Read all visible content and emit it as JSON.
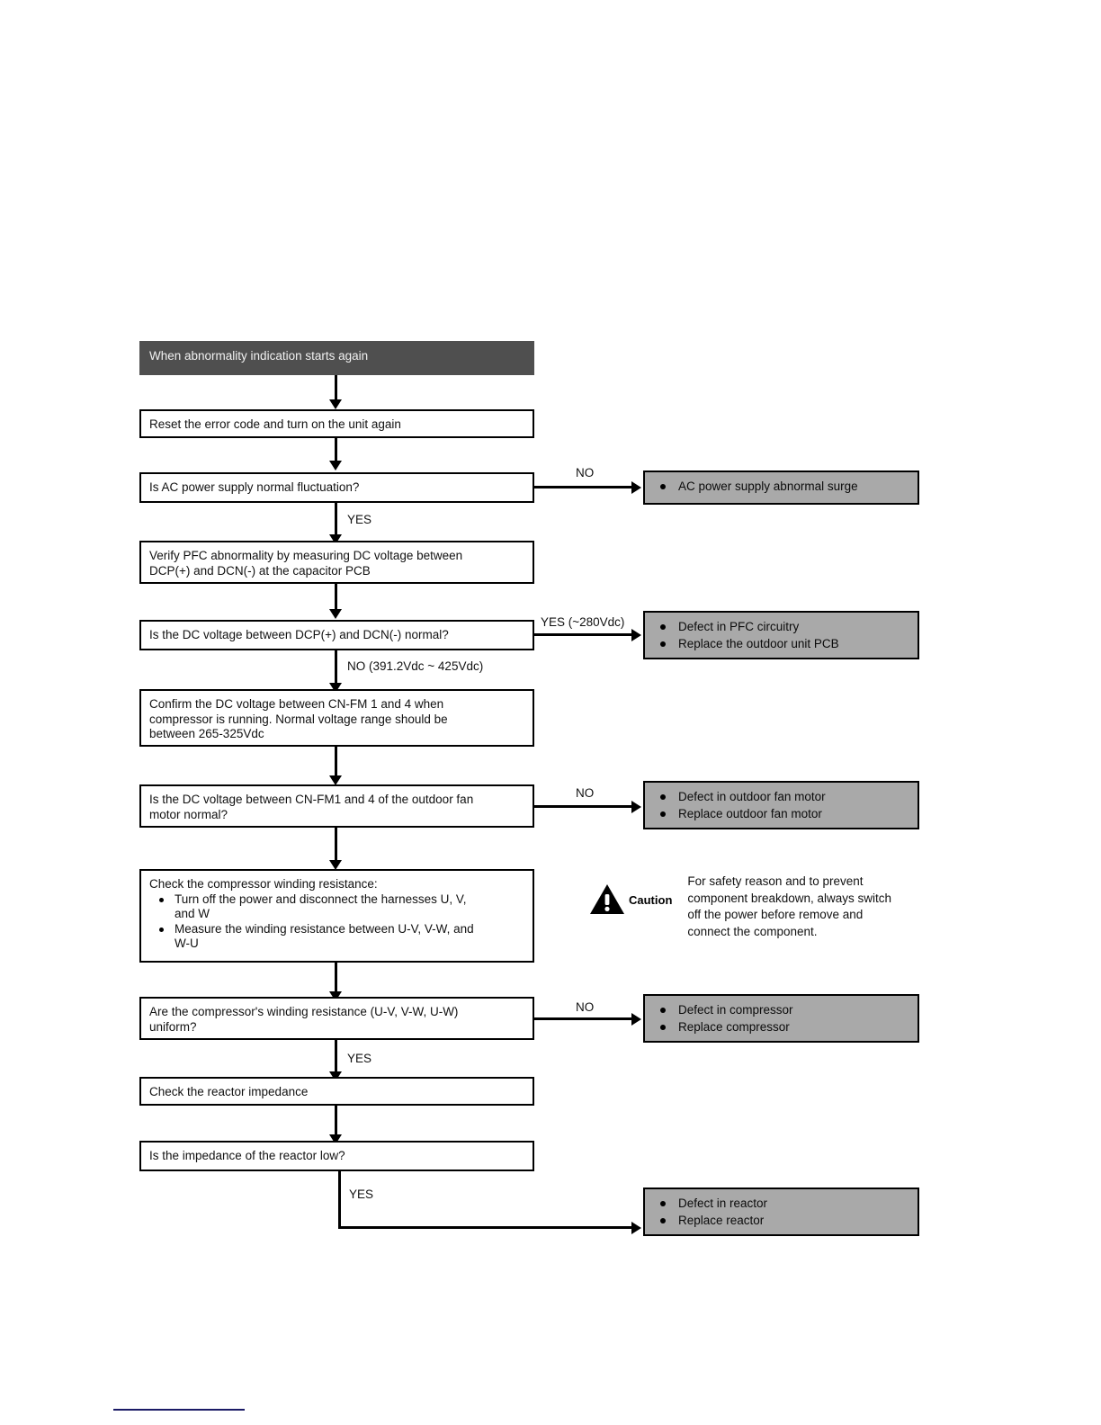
{
  "document": {
    "type": "troubleshooting-flowchart",
    "title": "When abnormality indication starts again"
  },
  "flow": {
    "header": {
      "label": "When abnormality indication starts again"
    },
    "steps": [
      {
        "id": "reset",
        "label": "Reset the error code and turn on the unit again"
      },
      {
        "id": "ac-power-question",
        "label": "Is AC power supply normal fluctuation?"
      },
      {
        "id": "verify-pfc",
        "label": "Verify PFC abnormality by measuring DC voltage between\nDCP(+) and DCN(-) at the capacitor PCB"
      },
      {
        "id": "dc-voltage-question",
        "label": "Is the DC voltage between DCP(+) and DCN(-) normal?"
      },
      {
        "id": "confirm-cnfm",
        "label": "Confirm the DC voltage between CN-FM 1 and 4 when\ncompressor is running. Normal voltage range should be\nbetween 265-325Vdc"
      },
      {
        "id": "fan-motor-question",
        "label": "Is the DC voltage between CN-FM1 and 4 of the outdoor fan\nmotor normal?"
      },
      {
        "id": "check-winding",
        "label": "Check the compressor winding resistance:",
        "bullets": [
          "Turn off the power and disconnect the harnesses U, V,\nand W",
          "Measure the winding resistance between U-V, V-W, and\nW-U"
        ]
      },
      {
        "id": "winding-uniform-question",
        "label": "Are the compressor's winding resistance (U-V, V-W, U-W)\nuniform?"
      },
      {
        "id": "check-reactor",
        "label": "Check the reactor impedance"
      },
      {
        "id": "reactor-low-question",
        "label": "Is the impedance of the reactor low?"
      }
    ],
    "results": [
      {
        "id": "ac-surge",
        "items": [
          "AC power supply abnormal surge"
        ]
      },
      {
        "id": "pfc-defect",
        "items": [
          "Defect in PFC circuitry",
          "Replace the outdoor unit PCB"
        ]
      },
      {
        "id": "fan-motor-defect",
        "items": [
          "Defect in outdoor fan motor",
          "Replace outdoor fan motor"
        ]
      },
      {
        "id": "compressor-defect",
        "items": [
          "Defect in compressor",
          "Replace compressor"
        ]
      },
      {
        "id": "reactor-defect",
        "items": [
          "Defect in reactor",
          "Replace reactor"
        ]
      }
    ],
    "edge_labels": {
      "ac_no": "NO",
      "ac_yes": "YES",
      "dc_yes": "YES (~280Vdc)",
      "dc_no": "NO (391.2Vdc ~ 425Vdc)",
      "fan_no": "NO",
      "winding_no": "NO",
      "winding_yes": "YES",
      "reactor_yes": "YES"
    }
  },
  "caution": {
    "icon": "warning-triangle-icon",
    "word": "Caution",
    "text": "For safety reason and to prevent\ncomponent breakdown, always switch\noff the power before remove and\nconnect the component."
  },
  "colors": {
    "header_fill": "#4f4f4f",
    "result_fill": "#a9a9a9",
    "box_border": "#000000",
    "footer_rule": "#1a1a66"
  }
}
